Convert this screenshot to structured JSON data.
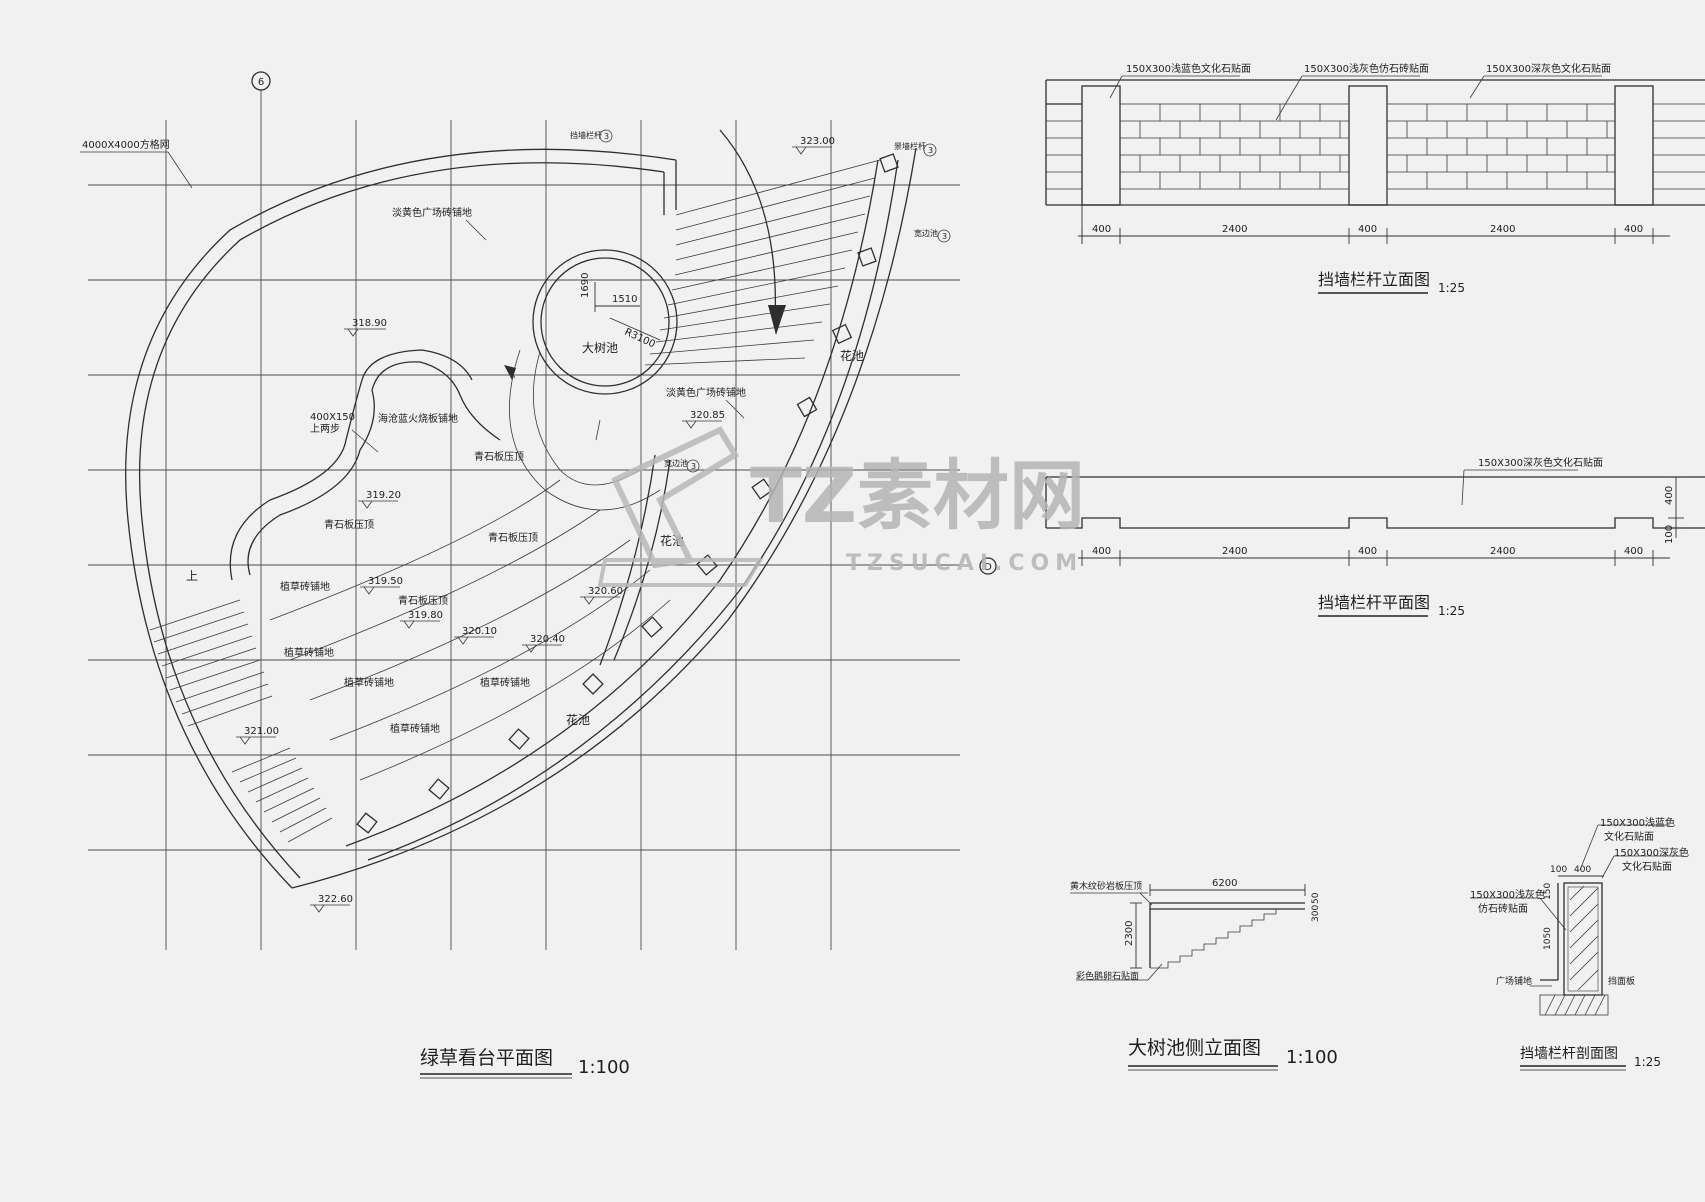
{
  "plan": {
    "axis_6": "6",
    "axis_d": "D",
    "axis_3": "3",
    "grid_note": "4000X4000方格网",
    "elevations": [
      "318.90",
      "319.20",
      "319.50",
      "319.80",
      "320.10",
      "320.40",
      "320.60",
      "320.85",
      "321.00",
      "322.60",
      "323.00"
    ],
    "labels": {
      "pale_yellow_tile_1": "淡黄色广场砖铺地",
      "pale_yellow_tile_2": "淡黄色广场砖铺地",
      "sea_sand": "海沧蓝火烧板铺地",
      "bluestone_1": "青石板压顶",
      "bluestone_2": "青石板压顶",
      "bluestone_3": "青石板压顶",
      "bluestone_4": "青石板压顶",
      "grass_1": "植草砖铺地",
      "grass_2": "植草砖铺地",
      "grass_3": "植草砖铺地",
      "grass_4": "植草砖铺地",
      "grass_5": "植草砖铺地",
      "big_tree_pool": "大树池",
      "flower_bed_1": "花池",
      "flower_bed_2": "花池",
      "flower_bed_3": "花池",
      "up": "上",
      "step_size": "400X150",
      "step_size_2": "上两步",
      "retaining_rail": "挡墙栏杆",
      "tree_pool_rail": "景墙栏杆",
      "water_1": "宽边池",
      "water_2": "宽边池"
    },
    "dims": {
      "d1690": "1690",
      "d1510": "1510",
      "r3100": "R3100"
    },
    "title": "绿草看台平面图",
    "scale": "1:100"
  },
  "elevation": {
    "labels": [
      "150X300浅蓝色文化石贴面",
      "150X300浅灰色仿石砖贴面",
      "150X300深灰色文化石贴面"
    ],
    "dims": [
      "400",
      "2400",
      "400",
      "2400",
      "400"
    ],
    "title": "挡墙栏杆立面图",
    "scale": "1:25"
  },
  "plan_view": {
    "label": "150X300深灰色文化石贴面",
    "dims": [
      "400",
      "2400",
      "400",
      "2400",
      "400"
    ],
    "side_dims": [
      "400",
      "100"
    ],
    "title": "挡墙栏杆平面图",
    "scale": "1:25"
  },
  "tree_elev": {
    "top_label": "黄木纹砂岩板压顶",
    "bottom_label": "彩色鹅卵石贴面",
    "dim_top": "6200",
    "dim_h": "2300",
    "dim_r1": "50",
    "dim_r2": "300",
    "title": "大树池侧立面图",
    "scale": "1:100"
  },
  "section": {
    "label_1": "150X300浅蓝色",
    "label_1b": "文化石贴面",
    "label_2": "150X300深灰色",
    "label_2b": "文化石贴面",
    "label_3": "150X300浅灰色",
    "label_3b": "仿石砖贴面",
    "plaza": "广场铺地",
    "wall": "挡面板",
    "dims": [
      "100",
      "400",
      "150",
      "1050"
    ],
    "title": "挡墙栏杆剖面图",
    "scale": "1:25"
  },
  "watermark": {
    "main": "TZ素材网",
    "sub": "TZSUCAI.COM"
  }
}
